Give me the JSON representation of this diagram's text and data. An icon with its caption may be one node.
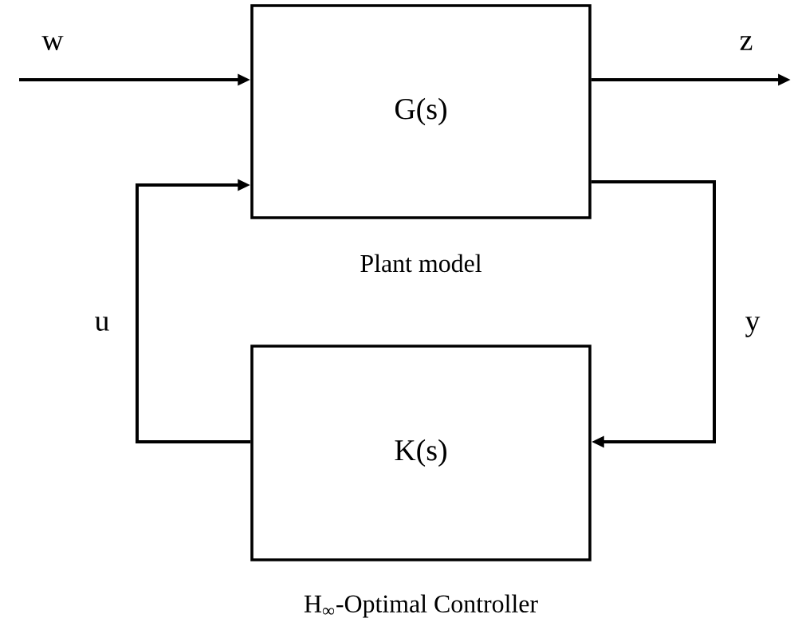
{
  "diagram": {
    "nodes": [
      {
        "text": [
          "G(s)"
        ],
        "beside": [
          "Plant model"
        ]
      },
      {
        "text": [
          "K(s)"
        ],
        "beside": [
          "H$_{∞}$-Optimal Controller"
        ]
      }
    ],
    "edges": [
      {
        "from": null,
        "to": 0,
        "arrow": "to",
        "label": "w"
      },
      {
        "from": 0,
        "to": null,
        "arrow": "to",
        "label": "z"
      },
      {
        "from": 1,
        "to": 0,
        "arrow": "to",
        "label": "u"
      },
      {
        "from": 0,
        "to": 1,
        "arrow": "to",
        "label": "y"
      }
    ]
  }
}
